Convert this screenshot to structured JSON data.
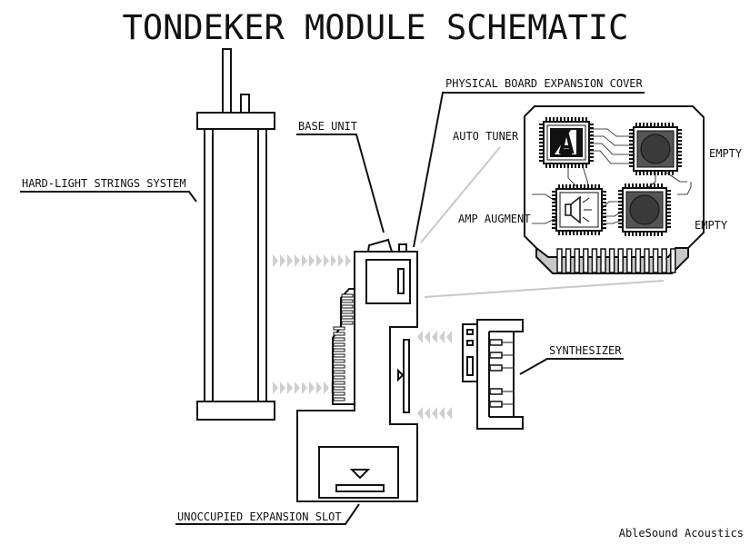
{
  "title": "TONDEKER MODULE SCHEMATIC",
  "labels": {
    "hard_light": "HARD-LIGHT STRINGS SYSTEM",
    "base_unit": "BASE UNIT",
    "expansion_cover": "PHYSICAL BOARD EXPANSION COVER",
    "auto_tuner": "AUTO TUNER",
    "empty_top": "EMPTY",
    "amp_augment": "AMP AUGMENT",
    "empty_bottom": "EMPTY",
    "synthesizer": "SYNTHESIZER",
    "unoccupied_slot": "UNOCCUPIED EXPANSION SLOT"
  },
  "credit": "AbleSound Acoustics",
  "chips": {
    "auto_tuner_glyph": "A",
    "auto_tuner_icon": "letter-a-icon",
    "amp_augment_icon": "speaker-icon",
    "empty_icon": "empty-circle-icon"
  },
  "colors": {
    "line": "#111111",
    "arrow": "#cfcfcf",
    "cover_shadow": "#c8c8c8",
    "chip_fill": "#3a3a3a"
  }
}
